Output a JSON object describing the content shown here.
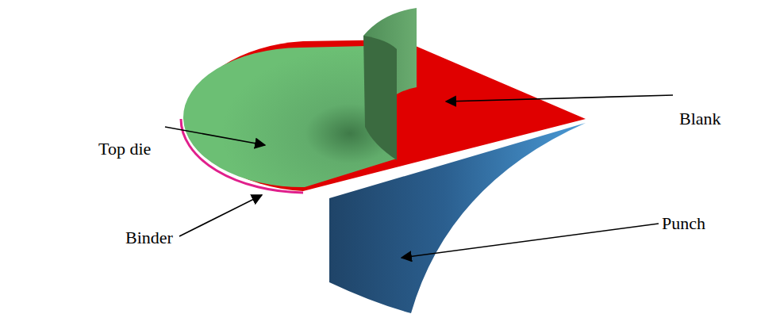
{
  "diagram": {
    "labels": [
      "Top die",
      "Blank",
      "Binder",
      "Punch"
    ]
  }
}
